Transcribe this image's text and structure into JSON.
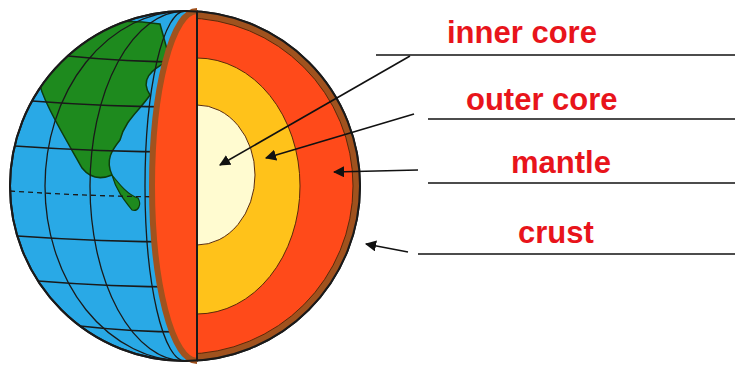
{
  "diagram": {
    "labels": [
      "inner core",
      "outer core",
      "mantle",
      "crust"
    ]
  }
}
